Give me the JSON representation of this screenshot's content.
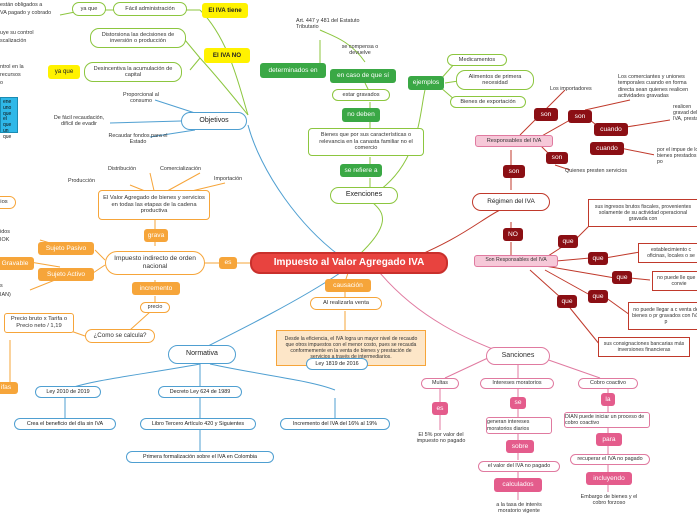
{
  "central": "Impuesto al Valor Agregado IVA",
  "top_left": {
    "cut_1": "están obligados a",
    "cut_2": "VA pagado y cobrado",
    "ya_que_1": "ya que",
    "facil_admin": "Fácil administración",
    "iva_tiene": "El IVA tiene",
    "cut_3": "uye su control",
    "cut_4": "scalización",
    "distorsiona": "Distorsiona las decisiones de inversión o producción",
    "iva_no": "El IVA NO",
    "cut_5": "ntrol en la",
    "cut_6": "recursos",
    "cut_7": "o",
    "ya_que_2": "ya que",
    "desincentiva": "Desincentiva la acumulación de capital",
    "cyan_text": "ene uno que el que un que"
  },
  "objetivos": {
    "title": "Objetivos",
    "proporcional": "Proporcional al consumo",
    "dificil_evasion": "De fácil recaudación, difícil de evadir",
    "recaudar": "Recaudar fondos para el Estado"
  },
  "grava_section": {
    "distribucion": "Distribución",
    "comercializacion": "Comercialización",
    "produccion": "Producción",
    "importacion": "Importación",
    "definicion": "El Valor Agregado de bienes y servicios en todas las etapas de la cadena productiva",
    "cut_ios": "ios",
    "grava": "grava",
    "impuesto_indirecto": "Impuesto indirecto de orden nacional",
    "es": "es",
    "cut_idos": "idos",
    "cut_ok": "IOK",
    "sujeto_pasivo": "Sujeto Pasivo",
    "gravable": "Gravable",
    "sujeto_activo": "Sujeto Activo",
    "cut_s": "s",
    "cut_ian": "IAN)",
    "incremento": "incremento",
    "precio": "precio",
    "formula": "Precio bruto x Tarifa o Precio neto / 1,19",
    "como_calcula": "¿Como se calcula?",
    "cut_ifas": "ifas"
  },
  "causacion": {
    "label": "causación",
    "al_realizar": "Al realizarla venta",
    "texto": "Desde la eficiencia, el IVA logra un mayor nivel de recaudo que otros impuestos con el menor costo, pues se recauda conformemente en la venta de bienes y prestación de servicios a través de intermediarios."
  },
  "normativa": {
    "title": "Normativa",
    "ley_2010": "Ley 2010 de 2019",
    "decreto": "Decreto Ley 624 de 1989",
    "ley_1819": "Ley 1819 de 2016",
    "crea_dia": "Crea el beneficio del día sin IVA",
    "libro_tercero": "Libro Tercero Artículo 420 y Siguientes",
    "incremento_iva": "Incremento del IVA del 16% al 19%",
    "primera_formalizacion": "Primera formalización sobre el IVA en Colombia"
  },
  "exenciones": {
    "art": "Art. 447 y 481 del Estatuto Tributario",
    "determinados_en": "determinados en",
    "se_compensa": "se compensa o devuelve",
    "en_caso": "en caso de que sí",
    "estar_gravados": "estar gravados",
    "no_deben": "no deben",
    "bienes_texto": "Bienes que por sus características o relevancia en la canasta familiar no el comercio",
    "se_refiere": "se refiere a",
    "title": "Exenciones",
    "medicamentos": "Medicamentos",
    "alimentos": "Alimentos de primera necesidad",
    "bienes_export": "Bienes de exportación",
    "ejemplos": "ejemplos"
  },
  "regimen": {
    "title": "Régimen del IVA",
    "responsables": "Responsables del IVA",
    "no_responsables": "Son Responsables del IVA",
    "son_1": "son",
    "son_2": "son",
    "son_3": "son",
    "son_4": "son",
    "importadores": "Los importadores",
    "comerciantes": "Los comerciantes y uniones temporales cuando en forma directa sean quienes realicen actividades gravadas",
    "cuando_1": "cuando",
    "cuando_2": "cuando",
    "realicen": "realicen gravad del IVA, presta",
    "por_el": "por el impue de los bienes prestados po",
    "quienes_presten": "Quienes presten servicios",
    "no": "NO",
    "que_1": "que",
    "que_2": "que",
    "que_3": "que",
    "que_4": "que",
    "que_5": "que",
    "sus_ingresos": "sus ingresos brutos fiscales, provenientes solamente de su actividad operacional gravada con",
    "establecimiento": "establecimiento c oficinas, locales o se",
    "no_puede_1": "no puede lle que lo convie",
    "no_puede_2": "no puede llegar a c venta de bienes o pr gravados con IVA p",
    "consignaciones": "sus consignaciones bancarias más inversiones financieras"
  },
  "sanciones": {
    "title": "Sanciones",
    "multas": "Multas",
    "intereses": "Intereses moratorios",
    "cobro": "Cobro coactivo",
    "es": "es",
    "cinco": "El 5% por valor del impuesto no pagado",
    "se": "se",
    "generan": "generan intereses moratorios diarios",
    "sobre": "sobre",
    "valor_iva": "el valor del IVA no pagado",
    "calculados": "calculados",
    "tasa": "a la tasa de interés moratorio vigente",
    "la": "la",
    "dian": "DIAN puede iniciar un proceso de cobro coactivo",
    "para": "para",
    "recuperar": "recuperar el IVA no pagado",
    "incluyendo": "incluyendo",
    "embargo": "Embargo de bienes y el cobro forzoso"
  }
}
